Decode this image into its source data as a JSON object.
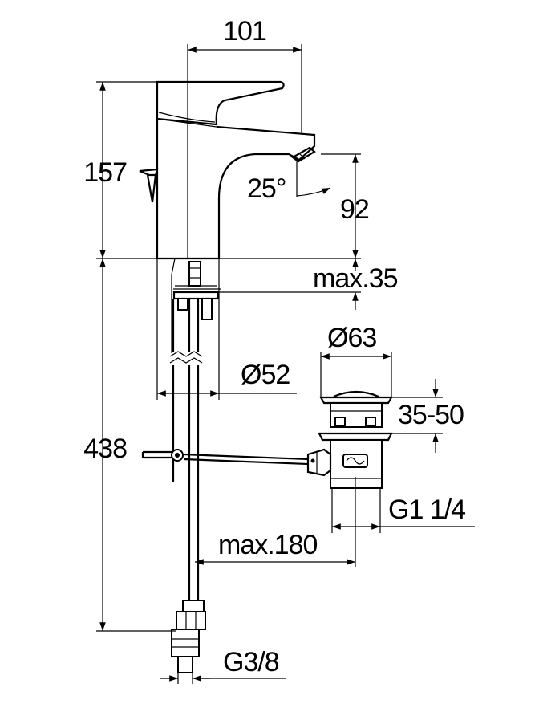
{
  "dimensions": {
    "width_top": "101",
    "height_body": "157",
    "spout_angle": "25°",
    "spout_height": "92",
    "deck_thickness": "max.35",
    "waste_diameter": "Ø63",
    "body_diameter": "Ø52",
    "waste_range": "35-50",
    "total_length": "438",
    "waste_thread": "G1 1/4",
    "rod_reach": "max.180",
    "hose_thread": "G3/8"
  },
  "colors": {
    "line": "#000000",
    "background": "#ffffff"
  }
}
